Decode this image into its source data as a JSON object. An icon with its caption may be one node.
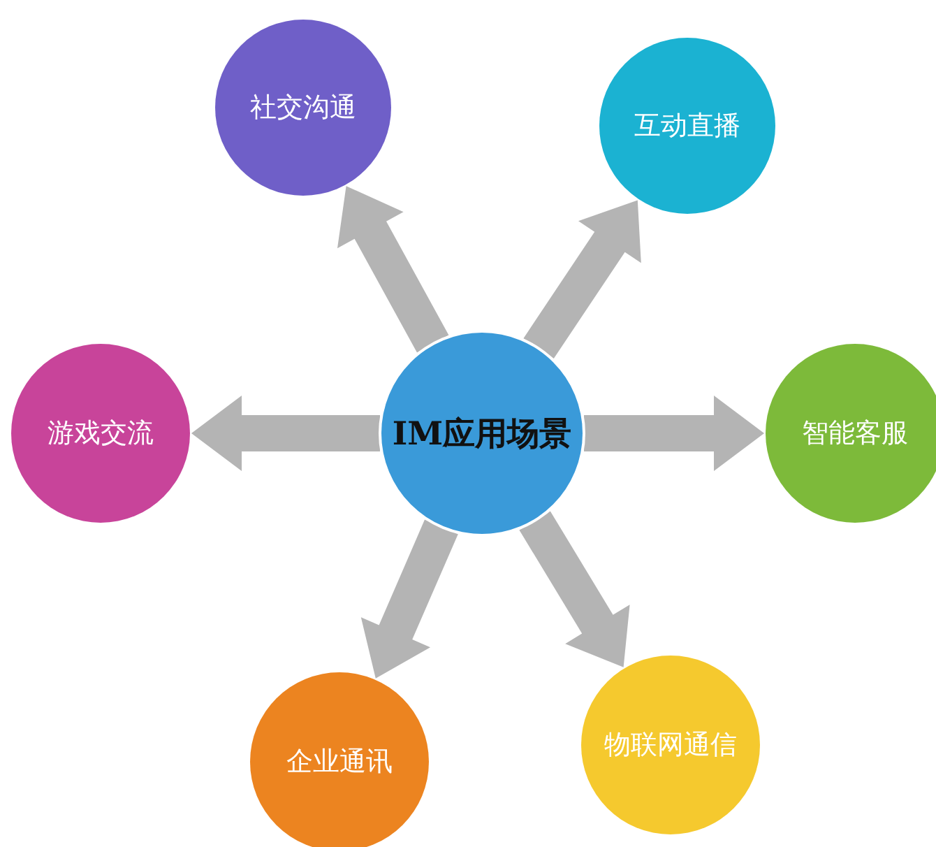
{
  "diagram": {
    "nodes": [
      {
        "text": [
          "IM应用场景"
        ]
      },
      {
        "text": [
          "社交沟通"
        ]
      },
      {
        "text": [
          "互动直播"
        ]
      },
      {
        "text": [
          "游戏交流"
        ]
      },
      {
        "text": [
          "智能客服"
        ]
      },
      {
        "text": [
          "物联网通信"
        ]
      },
      {
        "text": [
          "企业通讯"
        ]
      }
    ],
    "edges": [
      {
        "from": 0,
        "to": 1,
        "arrow": "to"
      },
      {
        "from": 0,
        "to": 2,
        "arrow": "to"
      },
      {
        "from": 0,
        "to": 3,
        "arrow": "to"
      },
      {
        "from": 0,
        "to": 4,
        "arrow": "to"
      },
      {
        "from": 0,
        "to": 5,
        "arrow": "to"
      },
      {
        "from": 0,
        "to": 6,
        "arrow": "to"
      }
    ]
  }
}
